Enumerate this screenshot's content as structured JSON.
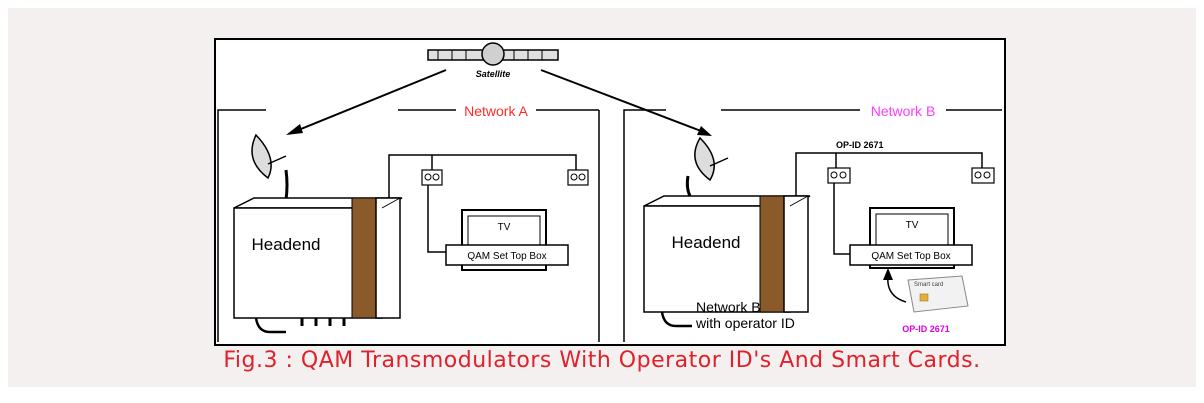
{
  "diagram": {
    "satellite_label": "Satellite",
    "network_a_label": "Network A",
    "network_b_label": "Network B",
    "headend_a_label": "Headend",
    "headend_b_label": "Headend",
    "tv_a_label": "TV",
    "tv_b_label": "TV",
    "stb_a_label": "QAM Set Top Box",
    "stb_b_label": "QAM Set Top Box",
    "opid_top_label": "OP-ID 2671",
    "network_b_operator_line1": "Network B",
    "network_b_operator_line2": "with operator ID",
    "smart_card_label": "Smart card",
    "opid_bottom_label": "OP-ID 2671",
    "colors": {
      "network_a": "#ff2a2a",
      "network_b": "#ff3cff",
      "opid_bottom": "#e000e0",
      "headend_stripe": "#8b5a2b",
      "caption": "#e0202a"
    }
  },
  "caption": "Fig.3 : QAM Transmodulators With Operator ID's And Smart Cards."
}
